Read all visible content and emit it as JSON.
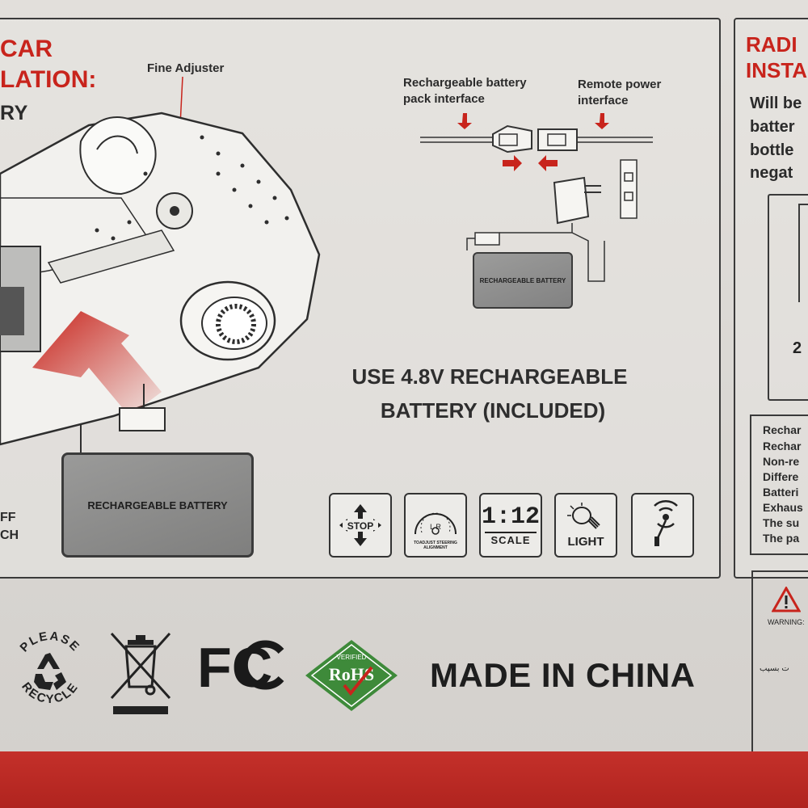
{
  "heading_left": {
    "line1": "CAR",
    "line2": "LATION:",
    "line3": "RY"
  },
  "labels": {
    "fine_adjuster": "Fine Adjuster",
    "battery_pack_interface_1": "Rechargeable battery",
    "battery_pack_interface_2": "pack interface",
    "remote_power_1": "Remote power",
    "remote_power_2": "interface"
  },
  "left_edge_text": {
    "line1": "FF",
    "line2": "CH"
  },
  "battery_large_label": "RECHARGEABLE BATTERY",
  "battery_small_label": "RECHARGEABLE BATTERY",
  "use_battery": {
    "line1": "USE  4.8V  RECHARGEABLE",
    "line2": "BATTERY (INCLUDED)"
  },
  "feature_icons": [
    {
      "name": "stop-icon",
      "label": "STOP"
    },
    {
      "name": "steering-alignment-icon",
      "label": "TOADJUST STEERING ALIGNMENT",
      "dial": "L R"
    },
    {
      "name": "scale-icon",
      "label": "SCALE",
      "value": "1:12"
    },
    {
      "name": "light-icon",
      "label": "LIGHT"
    },
    {
      "name": "antenna-icon",
      "label": ""
    }
  ],
  "bottom_marks": {
    "recycle_text_top": "PLEASE",
    "recycle_text_bottom": "RECYCLE",
    "fcc": "FC",
    "rohs_top": "VERIFIED",
    "rohs": "RoHS",
    "made_in": "MADE IN CHINA"
  },
  "right_panel": {
    "heading1": "RADI",
    "heading2": "INSTA",
    "body": [
      "Will be",
      "batter",
      "bottle",
      "negat"
    ],
    "number": "2",
    "list": [
      "Rechar",
      "Rechar",
      "Non-re",
      "Differe",
      "Batteri",
      "Exhaus",
      "The su",
      "The pa"
    ],
    "warning_label": "WARNING:",
    "arabic": "ت بسپب"
  },
  "colors": {
    "red": "#c8241c",
    "band": "#b0241f",
    "rohs_green": "#3e8a3a"
  }
}
